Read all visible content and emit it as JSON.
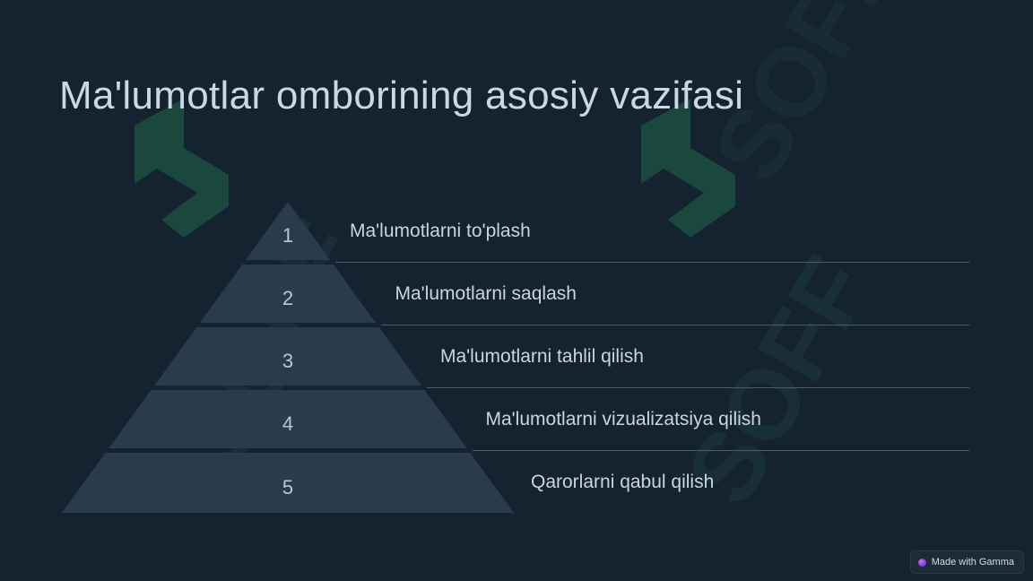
{
  "slide": {
    "title": "Ma'lumotlar omborining asosiy vazifasi"
  },
  "pyramid": {
    "levels": [
      {
        "number": "1",
        "label": "Ma'lumotlarni to'plash"
      },
      {
        "number": "2",
        "label": "Ma'lumotlarni saqlash"
      },
      {
        "number": "3",
        "label": "Ma'lumotlarni tahlil qilish"
      },
      {
        "number": "4",
        "label": "Ma'lumotlarni vizualizatsiya qilish"
      },
      {
        "number": "5",
        "label": "Qarorlarni qabul qilish"
      }
    ]
  },
  "watermark": {
    "text": "SOFF"
  },
  "badge": {
    "text": "Made with Gamma",
    "icon": "gamma-logo-icon"
  },
  "colors": {
    "background": "#15222f",
    "pyramid_fill": "#2a3c4b",
    "watermark": "#1c5a45"
  }
}
